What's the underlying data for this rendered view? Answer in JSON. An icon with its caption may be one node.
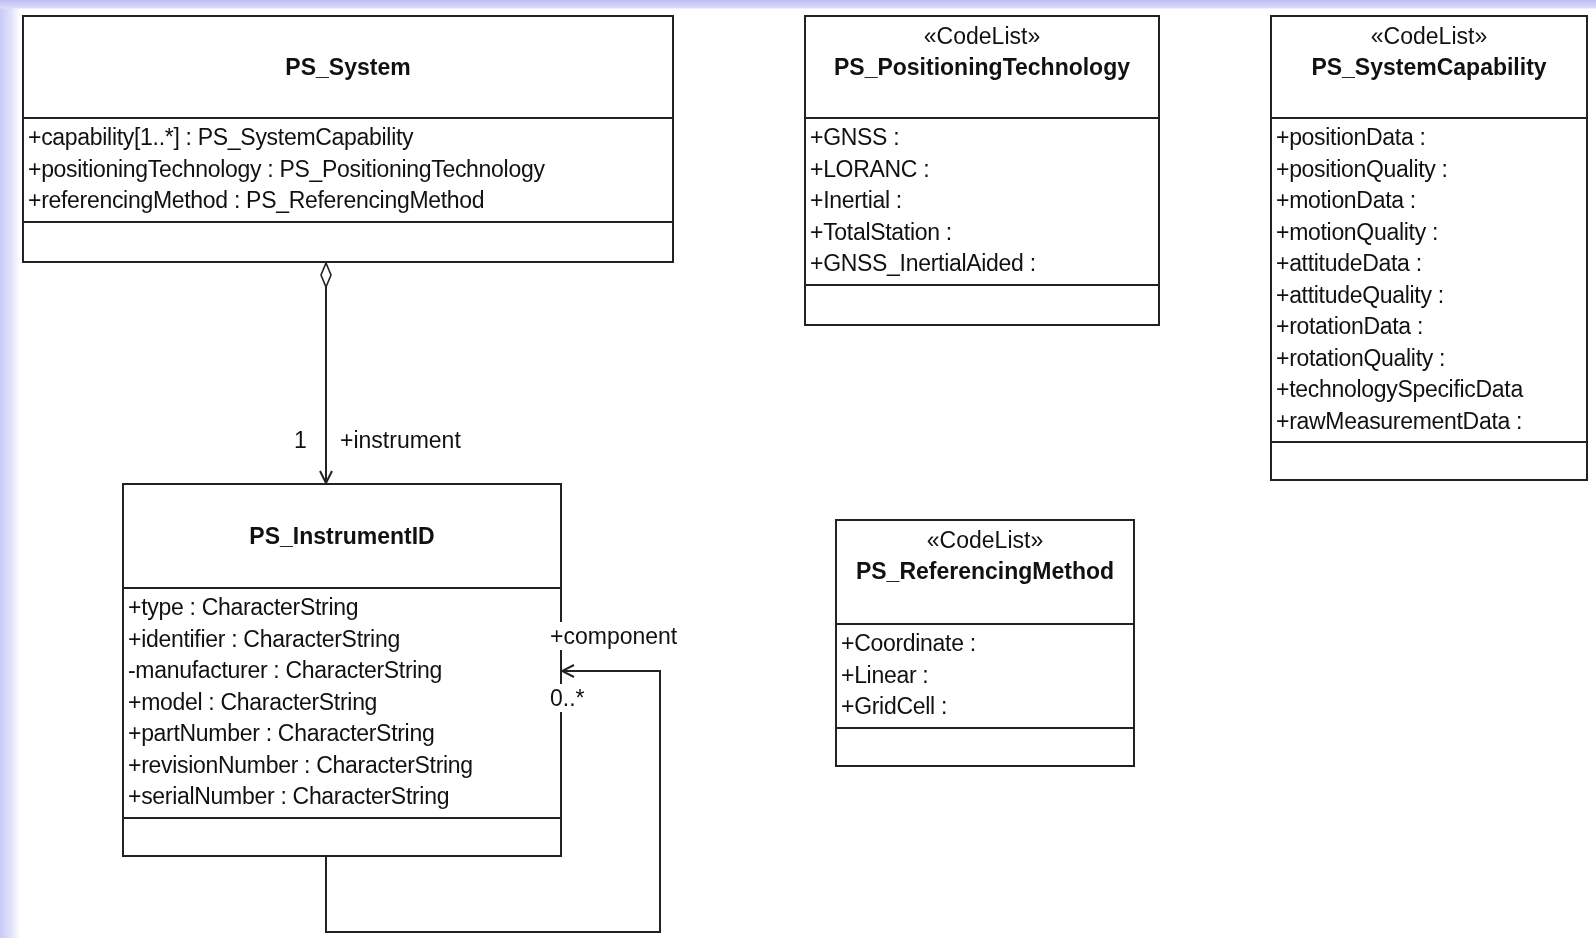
{
  "diagram": {
    "nodes": [
      {
        "text": [
          "PS_System",
          "+capability[1..*] : PS_SystemCapability",
          "+positioningTechnology : PS_PositioningTechnology",
          "+referencingMethod : PS_ReferencingMethod"
        ]
      },
      {
        "text": [
          "«CodeList»",
          "PS_PositioningTechnology",
          "+GNSS :",
          "+LORANC :",
          "+Inertial :",
          "+TotalStation :",
          "+GNSS_InertialAided :"
        ]
      },
      {
        "text": [
          "«CodeList»",
          "PS_SystemCapability",
          "+positionData :",
          "+positionQuality :",
          "+motionData :",
          "+motionQuality :",
          "+attitudeData :",
          "+attitudeQuality :",
          "+rotationData :",
          "+rotationQuality :",
          "+technologySpecificData",
          "+rawMeasurementData :"
        ]
      },
      {
        "text": [
          "PS_InstrumentID",
          "+type : CharacterString",
          "+identifier : CharacterString",
          "-manufacturer : CharacterString",
          "+model : CharacterString",
          "+partNumber : CharacterString",
          "+revisionNumber : CharacterString",
          "+serialNumber : CharacterString"
        ]
      },
      {
        "text": [
          "«CodeList»",
          "PS_ReferencingMethod",
          "+Coordinate :",
          "+Linear :",
          "+GridCell :"
        ]
      }
    ],
    "edges": [
      {
        "from": 0,
        "to": 3,
        "arrow": "to",
        "label": "+instrument"
      },
      {
        "from": 3,
        "to": 3,
        "arrow": "to",
        "label": "+component"
      }
    ],
    "labels": [
      "1",
      "0..*"
    ]
  }
}
